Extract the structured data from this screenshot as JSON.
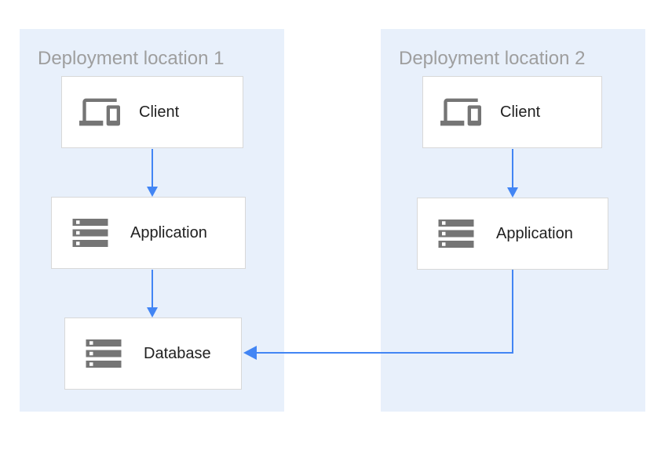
{
  "colors": {
    "accent_blue": "#4285F4",
    "panel_background": "#E8F0FB",
    "icon_gray": "#757575",
    "box_border": "#D8D8D8",
    "region_label_gray": "#9E9E9E",
    "node_label_color": "#212121"
  },
  "regions": [
    {
      "label": "Deployment location 1",
      "nodes": [
        {
          "label": "Client",
          "icon": "devices-icon"
        },
        {
          "label": "Application",
          "icon": "storage-icon"
        },
        {
          "label": "Database",
          "icon": "storage-icon"
        }
      ]
    },
    {
      "label": "Deployment location 2",
      "nodes": [
        {
          "label": "Client",
          "icon": "devices-icon"
        },
        {
          "label": "Application",
          "icon": "storage-icon"
        }
      ]
    }
  ],
  "connections": [
    {
      "from": "Client (location 1)",
      "to": "Application (location 1)"
    },
    {
      "from": "Application (location 1)",
      "to": "Database (location 1)"
    },
    {
      "from": "Client (location 2)",
      "to": "Application (location 2)"
    },
    {
      "from": "Application (location 2)",
      "to": "Database (location 1)"
    }
  ]
}
